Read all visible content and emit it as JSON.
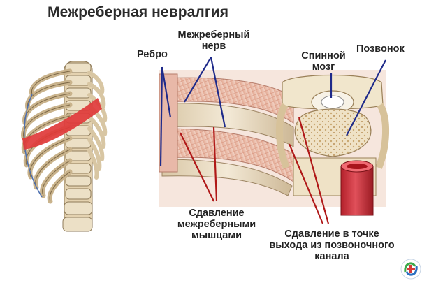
{
  "title": "Межреберная невралгия",
  "labels": {
    "rib": "Ребро",
    "nerve": [
      "Межреберный",
      "нерв"
    ],
    "spinal_cord": [
      "Спинной",
      "мозг"
    ],
    "vertebra": "Позвонок",
    "muscle_compression": [
      "Сдавление",
      "межреберными",
      "мышцами"
    ],
    "exit_compression": [
      "Сдавление в точке",
      "выхода из позвоночного",
      "канала"
    ]
  },
  "colors": {
    "nerve_line": "#1e2a8a",
    "compression_line": "#b01818",
    "pain_band": "#e03a3a",
    "bone": "#e9dcc4",
    "muscle": "#e8b8a8"
  },
  "icons": [
    "ribcage-illustration",
    "cross-section-illustration",
    "site-logo-icon"
  ]
}
